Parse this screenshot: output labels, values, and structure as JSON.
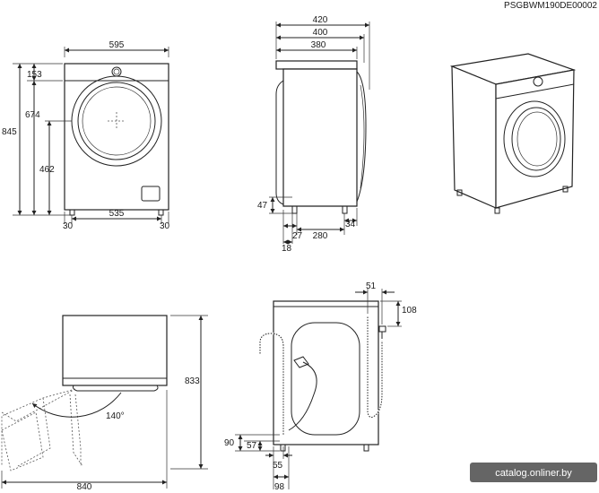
{
  "doc_code": "PSGBWM190DE00002",
  "watermark": "catalog.onliner.by",
  "front_view": {
    "width_label": "595",
    "top_label": "153",
    "door_label": "674",
    "height_label": "845",
    "door_center_label": "462",
    "foot_left_label": "30",
    "foot_span_label": "535",
    "foot_right_label": "30"
  },
  "side_view": {
    "depth_total_label": "420",
    "depth_mid_label": "400",
    "depth_body_label": "380",
    "foot_height_label": "47",
    "foot_offset_label": "27",
    "foot_span_label": "280",
    "foot_back_label": "34",
    "front_offset_label": "18"
  },
  "top_view": {
    "height_label": "833",
    "depth_label": "840",
    "angle_label": "140°"
  },
  "back_view": {
    "hose_offset_label": "51",
    "hose_height_label": "108",
    "drain_height_label": "90",
    "drain_low_label": "57",
    "drain_x_label": "55",
    "drain_total_label": "98"
  }
}
